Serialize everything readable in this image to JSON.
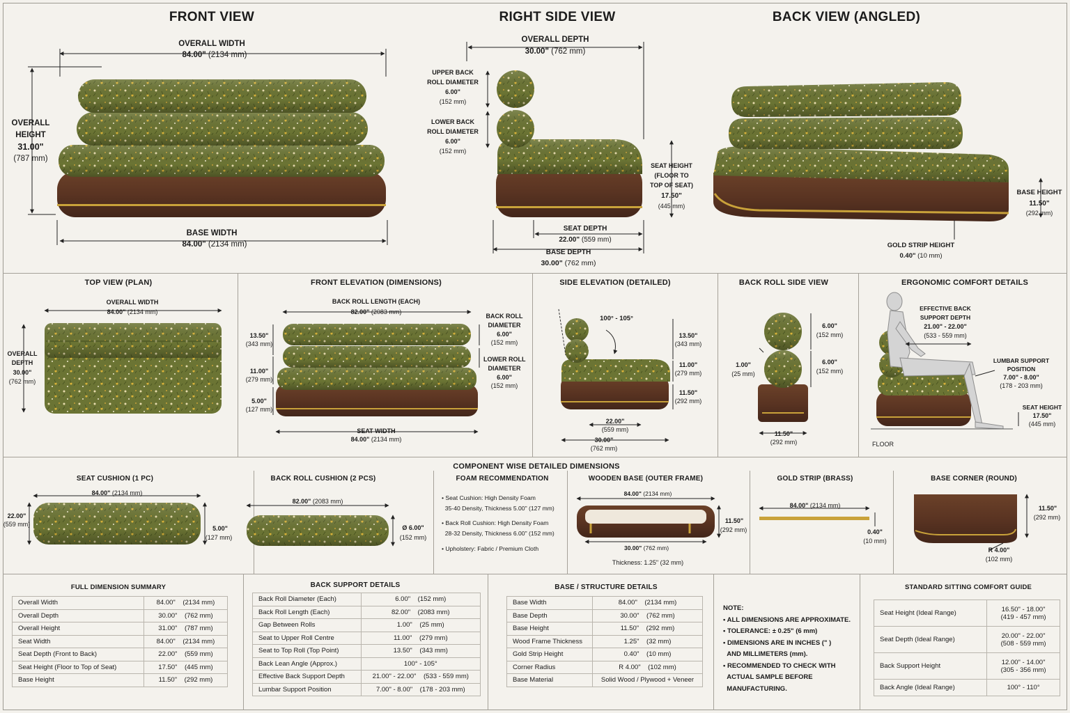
{
  "titles": {
    "front_view": "FRONT VIEW",
    "right_side_view": "RIGHT SIDE VIEW",
    "back_view": "BACK VIEW (ANGLED)",
    "top_view": "TOP VIEW (PLAN)",
    "front_elevation": "FRONT ELEVATION (DIMENSIONS)",
    "side_elevation": "SIDE ELEVATION (DETAILED)",
    "back_roll_side": "BACK ROLL SIDE VIEW",
    "ergonomic": "ERGONOMIC COMFORT DETAILS",
    "component_header": "COMPONENT WISE DETAILED DIMENSIONS",
    "seat_cushion": "SEAT CUSHION (1 PC)",
    "back_roll_cushion": "BACK ROLL CUSHION (2 PCS)",
    "foam": "FOAM RECOMMENDATION",
    "wooden_base": "WOODEN BASE (OUTER FRAME)",
    "gold_strip": "GOLD STRIP (BRASS)",
    "base_corner": "BASE CORNER (ROUND)",
    "full_summary": "FULL DIMENSION SUMMARY",
    "back_support": "BACK SUPPORT DETAILS",
    "base_structure": "BASE / STRUCTURE DETAILS",
    "sitting_guide": "STANDARD SITTING COMFORT GUIDE"
  },
  "front": {
    "overall_width_label": "OVERALL WIDTH",
    "overall_width_in": "84.00\"",
    "overall_width_mm": "(2134 mm)",
    "overall_height_label_1": "OVERALL",
    "overall_height_label_2": "HEIGHT",
    "overall_height_in": "31.00\"",
    "overall_height_mm": "(787 mm)",
    "base_width_label": "BASE WIDTH",
    "base_width_in": "84.00\"",
    "base_width_mm": "(2134 mm)"
  },
  "side": {
    "overall_depth_label": "OVERALL DEPTH",
    "overall_depth_in": "30.00\"",
    "overall_depth_mm": "(762 mm)",
    "upper_roll_1": "UPPER BACK",
    "upper_roll_2": "ROLL DIAMETER",
    "upper_roll_in": "6.00\"",
    "upper_roll_mm": "(152 mm)",
    "lower_roll_1": "LOWER BACK",
    "lower_roll_2": "ROLL DIAMETER",
    "lower_roll_in": "6.00\"",
    "lower_roll_mm": "(152 mm)",
    "seat_height_1": "SEAT HEIGHT",
    "seat_height_2": "(FLOOR TO",
    "seat_height_3": "TOP OF SEAT)",
    "seat_height_in": "17.50\"",
    "seat_height_mm": "(445 mm)",
    "seat_depth_label": "SEAT DEPTH",
    "seat_depth_in": "22.00\"",
    "seat_depth_mm": "(559 mm)",
    "base_depth_label": "BASE DEPTH",
    "base_depth_in": "30.00\"",
    "base_depth_mm": "(762 mm)"
  },
  "back": {
    "base_height_label": "BASE HEIGHT",
    "base_height_in": "11.50\"",
    "base_height_mm": "(292 mm)",
    "gold_strip_label": "GOLD STRIP HEIGHT",
    "gold_strip_in": "0.40\"",
    "gold_strip_mm": "(10 mm)"
  },
  "top": {
    "width_label": "OVERALL WIDTH",
    "width_val": "84.00\"",
    "width_mm": "(2134 mm)",
    "depth_1": "OVERALL",
    "depth_2": "DEPTH",
    "depth_val": "30.00\"",
    "depth_mm": "(762 mm)"
  },
  "elev": {
    "roll_len_label": "BACK ROLL LENGTH (EACH)",
    "roll_len_val": "82.00\"",
    "roll_len_mm": "(2083 mm)",
    "d1": "13.50\"",
    "d1mm": "(343 mm)",
    "d2": "11.00\"",
    "d2mm": "(279 mm)",
    "d3": "5.00\"",
    "d3mm": "(127 mm)",
    "roll_d_1": "BACK ROLL",
    "roll_d_2": "DIAMETER",
    "roll_d_val": "6.00\"",
    "roll_d_mm": "(152 mm)",
    "low_roll_1": "LOWER ROLL",
    "low_roll_2": "DIAMETER",
    "low_roll_val": "6.00\"",
    "low_roll_mm": "(152 mm)",
    "seat_w_label": "SEAT WIDTH",
    "seat_w_val": "84.00\"",
    "seat_w_mm": "(2134 mm)"
  },
  "side_detail": {
    "angle": "100° - 105°",
    "a": "13.50\"",
    "amm": "(343 mm)",
    "b": "11.00\"",
    "bmm": "(279 mm)",
    "c": "11.50\"",
    "cmm": "(292 mm)",
    "d": "22.00\"",
    "dmm": "(559 mm)",
    "e": "30.00\"",
    "emm": "(762 mm)"
  },
  "roll_side": {
    "u": "6.00\"",
    "umm": "(152 mm)",
    "l": "6.00\"",
    "lmm": "(152 mm)",
    "gap": "1.00\"",
    "gapmm": "(25 mm)",
    "w": "11.50\"",
    "wmm": "(292 mm)"
  },
  "ergo": {
    "eff_1": "EFFECTIVE BACK",
    "eff_2": "SUPPORT DEPTH",
    "eff_val": "21.00\" - 22.00\"",
    "eff_mm": "(533 - 559 mm)",
    "lum_1": "LUMBAR SUPPORT",
    "lum_2": "POSITION",
    "lum_val": "7.00\" - 8.00\"",
    "lum_mm": "(178 - 203 mm)",
    "sh_label": "SEAT HEIGHT",
    "sh_val": "17.50\"",
    "sh_mm": "(445 mm)",
    "floor": "FLOOR"
  },
  "components": {
    "seat_w": "84.00\"",
    "seat_w_mm": "(2134 mm)",
    "seat_d": "22.00\"",
    "seat_d_mm": "(559 mm)",
    "seat_t": "5.00\"",
    "seat_t_mm": "(127 mm)",
    "roll_l": "82.00\"",
    "roll_l_mm": "(2083 mm)",
    "roll_d": "Ø 6.00\"",
    "roll_d_mm": "(152 mm)",
    "foam": [
      {
        "line1": "Seat Cushion: High Density Foam",
        "line2": "35-40 Density, Thickness 5.00\" (127 mm)"
      },
      {
        "line1": "Back Roll Cushion: High Density Foam",
        "line2": "28-32 Density, Thickness 6.00\" (152 mm)"
      },
      {
        "line1": "Upholstery: Fabric / Premium Cloth",
        "line2": ""
      }
    ],
    "wb_w": "84.00\"",
    "wb_w_mm": "(2134 mm)",
    "wb_h": "11.50\"",
    "wb_h_mm": "(292 mm)",
    "wb_d": "30.00\"",
    "wb_d_mm": "(762 mm)",
    "wb_thick": "Thickness: 1.25\" (32 mm)",
    "gs_w": "84.00\"",
    "gs_w_mm": "(2134 mm)",
    "gs_h": "0.40\"",
    "gs_h_mm": "(10 mm)",
    "bc_h": "11.50\"",
    "bc_h_mm": "(292 mm)",
    "bc_r": "R 4.00\"",
    "bc_r_mm": "(102 mm)"
  },
  "summary": [
    [
      "Overall Width",
      "84.00\"",
      "(2134 mm)"
    ],
    [
      "Overall Depth",
      "30.00\"",
      "(762 mm)"
    ],
    [
      "Overall Height",
      "31.00\"",
      "(787 mm)"
    ],
    [
      "Seat Width",
      "84.00\"",
      "(2134 mm)"
    ],
    [
      "Seat Depth (Front to Back)",
      "22.00\"",
      "(559 mm)"
    ],
    [
      "Seat Height (Floor to Top of Seat)",
      "17.50\"",
      "(445 mm)"
    ],
    [
      "Base Height",
      "11.50\"",
      "(292 mm)"
    ]
  ],
  "back_support": [
    [
      "Back Roll Diameter (Each)",
      "6.00\"",
      "(152 mm)"
    ],
    [
      "Back Roll Length (Each)",
      "82.00\"",
      "(2083 mm)"
    ],
    [
      "Gap Between Rolls",
      "1.00\"",
      "(25 mm)"
    ],
    [
      "Seat to Upper Roll Centre",
      "11.00\"",
      "(279 mm)"
    ],
    [
      "Seat to Top Roll (Top Point)",
      "13.50\"",
      "(343 mm)"
    ],
    [
      "Back Lean Angle (Approx.)",
      "100° - 105°",
      ""
    ],
    [
      "Effective Back Support Depth",
      "21.00\" - 22.00\"",
      "(533 - 559 mm)"
    ],
    [
      "Lumbar Support Position",
      "7.00\" - 8.00\"",
      "(178 - 203 mm)"
    ]
  ],
  "base_structure": [
    [
      "Base Width",
      "84.00\"",
      "(2134 mm)"
    ],
    [
      "Base Depth",
      "30.00\"",
      "(762 mm)"
    ],
    [
      "Base Height",
      "11.50\"",
      "(292 mm)"
    ],
    [
      "Wood Frame Thickness",
      "1.25\"",
      "(32 mm)"
    ],
    [
      "Gold Strip Height",
      "0.40\"",
      "(10 mm)"
    ],
    [
      "Corner Radius",
      "R 4.00\"",
      "(102 mm)"
    ],
    [
      "Base Material",
      "Solid Wood / Plywood + Veneer",
      ""
    ]
  ],
  "notes": {
    "title": "NOTE:",
    "items": [
      "ALL DIMENSIONS ARE APPROXIMATE.",
      "TOLERANCE: ± 0.25\" (6 mm)",
      "DIMENSIONS ARE IN INCHES (\" )",
      "AND MILLIMETERS (mm).",
      "RECOMMENDED TO CHECK WITH",
      "ACTUAL SAMPLE BEFORE",
      "MANUFACTURING."
    ]
  },
  "sitting_guide": [
    [
      "Seat Height (Ideal Range)",
      "16.50\" - 18.00\"",
      "(419 - 457 mm)"
    ],
    [
      "Seat Depth (Ideal Range)",
      "20.00\" - 22.00\"",
      "(508 - 559 mm)"
    ],
    [
      "Back Support Height",
      "12.00\" - 14.00\"",
      "(305 - 356 mm)"
    ],
    [
      "Back Angle (Ideal Range)",
      "100° - 110°",
      ""
    ]
  ],
  "colors": {
    "fabric": "#6b7434",
    "fabric_dark": "#4f5a24",
    "wood": "#5a3524",
    "brass": "#c9a23a"
  }
}
